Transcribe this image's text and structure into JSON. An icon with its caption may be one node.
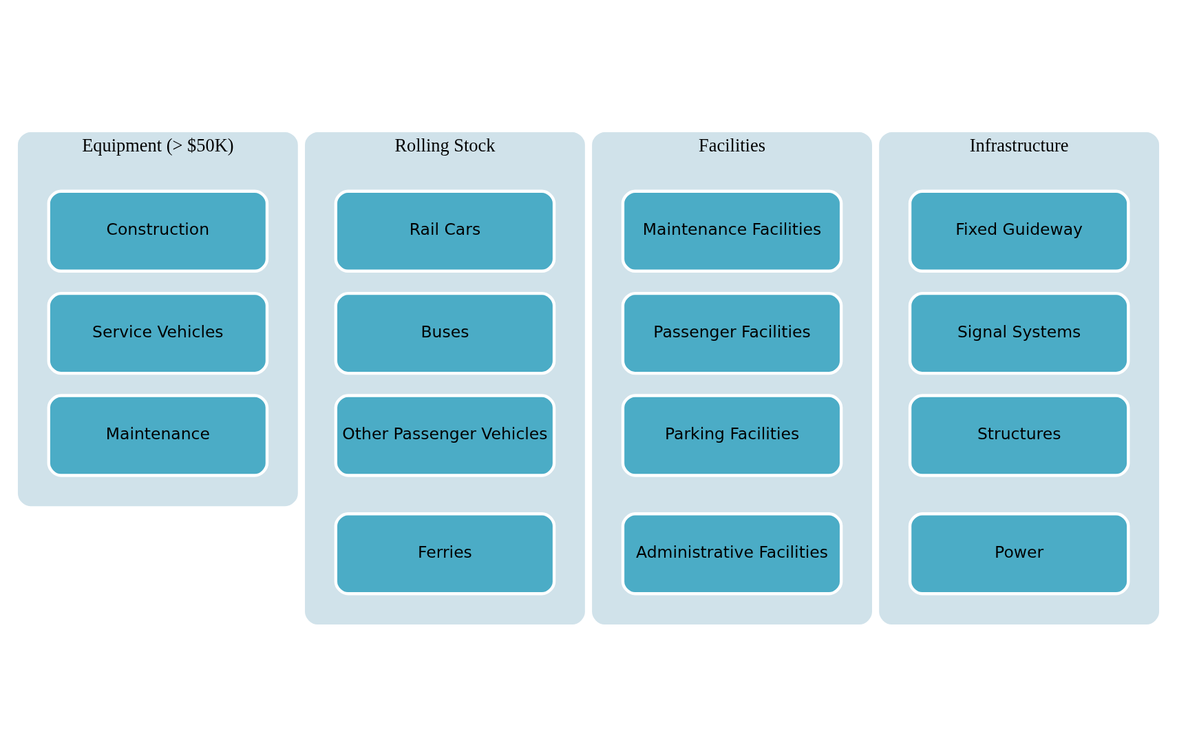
{
  "diagram": {
    "nodes": [
      {
        "text": [
          "Equipment (> $50K)"
        ]
      },
      {
        "text": [
          "Construction"
        ],
        "in": 0
      },
      {
        "text": [
          "Service Vehicles"
        ],
        "in": 0
      },
      {
        "text": [
          "Maintenance"
        ],
        "in": 0
      },
      {
        "text": [
          "Rolling Stock"
        ]
      },
      {
        "text": [
          "Rail Cars"
        ],
        "in": 4
      },
      {
        "text": [
          "Buses"
        ],
        "in": 4
      },
      {
        "text": [
          "Other Passenger Vehicles"
        ],
        "in": 4
      },
      {
        "text": [
          "Ferries"
        ],
        "in": 4
      },
      {
        "text": [
          "Facilities"
        ]
      },
      {
        "text": [
          "Maintenance Facilities"
        ],
        "in": 9
      },
      {
        "text": [
          "Passenger Facilities"
        ],
        "in": 9
      },
      {
        "text": [
          "Parking Facilities"
        ],
        "in": 9
      },
      {
        "text": [
          "Administrative Facilities"
        ],
        "in": 9
      },
      {
        "text": [
          "Infrastructure"
        ]
      },
      {
        "text": [
          "Fixed Guideway"
        ],
        "in": 14
      },
      {
        "text": [
          "Signal Systems"
        ],
        "in": 14
      },
      {
        "text": [
          "Structures"
        ],
        "in": 14
      },
      {
        "text": [
          "Power"
        ],
        "in": 14
      }
    ],
    "edges": []
  }
}
